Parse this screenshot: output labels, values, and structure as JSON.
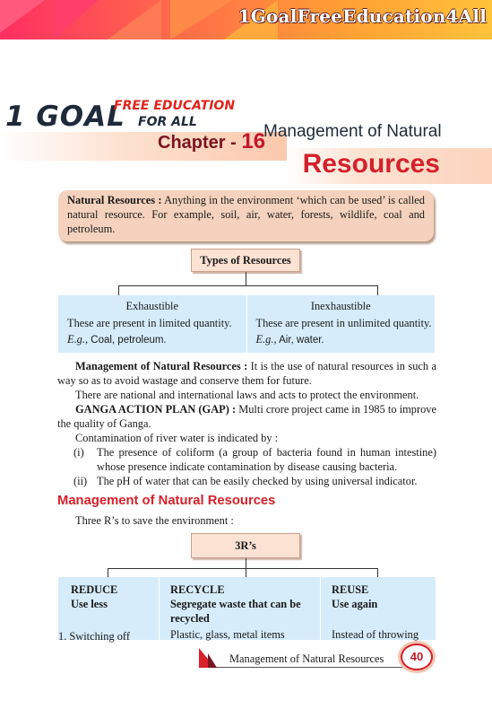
{
  "banner": {
    "site_name": "1GoalFreeEducation4All"
  },
  "logo": {
    "goal": "1 GOAL",
    "free_education": "FREE EDUCATION",
    "for_all": "FOR ALL"
  },
  "chapter": {
    "label": "Chapter - ",
    "number": "16",
    "title_line1": "Management of Natural",
    "title_line2": "Resources"
  },
  "definition": {
    "term": "Natural Resources :",
    "text": " Anything in the environment ‘which can be used’ is called natural resource. For example, soil, air, water, forests, wildlife, coal and petroleum."
  },
  "types": {
    "heading": "Types of Resources",
    "columns": [
      {
        "name": "Exhaustible",
        "desc": "These are present in limited quantity.",
        "eg_label": "E.g.,",
        "eg": " Coal, petroleum."
      },
      {
        "name": "Inexhaustible",
        "desc": "These are present in unlimited quantity.",
        "eg_label": "E.g.,",
        "eg": " Air, water."
      }
    ]
  },
  "body": {
    "management_term": "Management of Natural Resources :",
    "management_text": " It is the use of natural resources in such a way so as to avoid wastage and conserve them for future.",
    "laws": "There are national and international laws and acts to protect the environment.",
    "gap_term": "GANGA ACTION PLAN (GAP) :",
    "gap_text": " Multi crore project came in 1985 to improve the quality of Ganga.",
    "contamination": "Contamination of river water is indicated by :",
    "list": [
      {
        "marker": "(i)",
        "text": "The presence of coliform (a group of bacteria found in human intestine) whose presence indicate contamination by disease causing bacteria."
      },
      {
        "marker": "(ii)",
        "text": "The pH of water that can be easily checked by using universal indicator."
      }
    ]
  },
  "section": {
    "heading": "Management of Natural Resources",
    "intro": "Three R’s to save the environment :"
  },
  "three_rs": {
    "heading": "3R’s",
    "columns": [
      {
        "name": "REDUCE",
        "sub": "Use less",
        "example": "1.  Switching off"
      },
      {
        "name": "RECYCLE",
        "sub": "Segregate waste that can be recycled",
        "example": "Plastic, glass, metal items"
      },
      {
        "name": "REUSE",
        "sub": "Use again",
        "example": "Instead of throwing"
      }
    ]
  },
  "footer": {
    "text": "Management of Natural Resources",
    "page": "40"
  },
  "colors": {
    "accent_red": "#d5202b",
    "box_peach": "#f5d2bd",
    "table_blue": "#d6ecfb"
  }
}
